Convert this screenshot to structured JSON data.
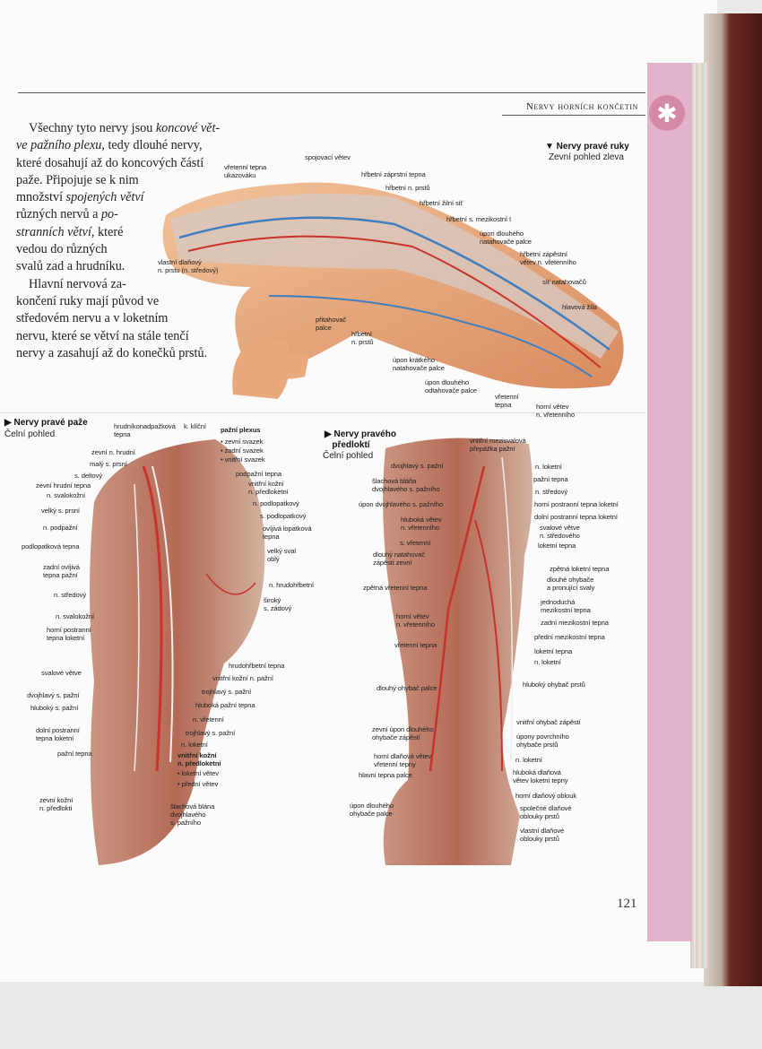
{
  "header": {
    "title": "Nervy horních končetin",
    "icon": "human-figure-icon"
  },
  "body_text": [
    [
      {
        "t": "Všechny tyto nervy jsou "
      },
      {
        "t": "koncové vět-",
        "i": true
      }
    ],
    [
      {
        "t": "ve pažního plexu",
        "i": true
      },
      {
        "t": ", tedy dlouhé nervy,"
      }
    ],
    [
      {
        "t": "které dosahují až do koncových částí"
      }
    ],
    [
      {
        "t": "paže. Připojuje se k nim"
      }
    ],
    [
      {
        "t": "množství "
      },
      {
        "t": "spojených větví",
        "i": true
      }
    ],
    [
      {
        "t": "různých nervů a "
      },
      {
        "t": "po-",
        "i": true
      }
    ],
    [
      {
        "t": "stranních větví",
        "i": true
      },
      {
        "t": ", které"
      }
    ],
    [
      {
        "t": "vedou do různých"
      }
    ],
    [
      {
        "t": "svalů zad a hrudníku."
      }
    ],
    [
      {
        "t": "Hlavní nervová za-"
      }
    ],
    [
      {
        "t": "končení ruky mají původ ve"
      }
    ],
    [
      {
        "t": "středovém nervu a v loketním"
      }
    ],
    [
      {
        "t": "nervu, které se větví na stále tenčí"
      }
    ],
    [
      {
        "t": "nervy a zasahují až do konečků prstů."
      }
    ]
  ],
  "hand": {
    "title": "▼ Nervy pravé ruky",
    "subtitle": "Zevní pohled zleva",
    "labels": [
      "spojovací větev",
      "vřetenní tepna\nukazováku",
      "hřbetní záprstní tepna",
      "hřbetní n. prstů",
      "hřbetní žilní síť",
      "hřbetní s. mezikostní I",
      "úpon dlouhého\nnatahovače palce",
      "hřbetní zápěstní\nvětev n. vřetenního",
      "síť natahovačů",
      "hlavová žíla",
      "vlastní dlaňový\nn. prstu (n. středový)",
      "přitahovač\npalce",
      "hřbetní\nn. prstů",
      "úpon krátkého\nnatahovače palce",
      "úpon dlouhého\nodtahovače palce",
      "vřetenní\ntepna",
      "horní větev\nn. vřetenního"
    ]
  },
  "arm": {
    "title": "▶ Nervy pravé paže",
    "subtitle": "Čelní pohled",
    "labels": [
      "hrudníkonadpažková\ntepna",
      "k. klíční",
      "pažní plexus",
      "• zevní svazek",
      "• zadní svazek",
      "• vnitřní svazek",
      "zevní n. hrudní",
      "malý s. prsní",
      "s. deltový",
      "zevní hrudní tepna",
      "n. svalokožní",
      "velký s. prsní",
      "n. podpažní",
      "podlopatková tepna",
      "zadní ovíjivá\ntepna pažní",
      "n. středový",
      "n. svalokožní",
      "horní postranní\ntepna loketní",
      "svalové větve",
      "dvojhlavý s. pažní",
      "hluboký s. pažní",
      "dolní postranní\ntepna loketní",
      "pažní tepna",
      "zevní kožní\nn. předloktí",
      "podpažní tepna",
      "vnitřní kožní\nn. předloketní",
      "n. podlopatkový",
      "s. podlopatkový",
      "ovíjivá lopatková\ntepna",
      "velký sval\noblý",
      "n. hrudohřbetní",
      "široký\ns. zádový",
      "hrudohřbetní tepna",
      "vnitřní kožní n. pažní",
      "trojhlavý s. pažní",
      "hluboká pažní tepna",
      "n. vřetenní",
      "trojhlavý s. pažní",
      "n. loketní",
      "vnitřní kožní\nn. předloketní",
      "• loketní větev",
      "• přední větev",
      "šlachová blána\ndvojhlavého\ns. pažního"
    ]
  },
  "forearm": {
    "title": "▶ Nervy pravého\n   předloktí",
    "subtitle": "Čelní pohled",
    "labels": [
      "vnitřní mezisvalová\npřepážka pažní",
      "dvojhlavý s. pažní",
      "šlachová bláňa\ndvojhlavého s. pažního",
      "úpon dvojhlavého s. pažního",
      "hluboká větev\nn. vřetenního",
      "s. vřetenní",
      "dlouhý natahovač\nzápěstí zevní",
      "zpětná vřetenní tepna",
      "horní větev\nn. vřetenního",
      "vřetenní tepna",
      "dlouhý ohybač palce",
      "zevní úpon dlouhého\nohybače zápěstí",
      "horní dlaňová větev\nvřetenní tepny",
      "hlavní tepna palce",
      "úpon dlouhého\nohybače palce",
      "n. loketní",
      "pažní tepna",
      "n. středový",
      "horní postranní tepna loketní",
      "dolní postranní tepna loketní",
      "svalové větve\nn. středového",
      "loketní tepna",
      "zpětná loketní tepna",
      "dlouhé ohybače\na pronující svaly",
      "jednoduchá\nmezikostní tepna",
      "zadní mezikostní tepna",
      "přední mezikostní tepna",
      "loketní tepna",
      "n. loketní",
      "hluboký ohybač prstů",
      "vnitřní ohybač zápěstí",
      "úpony povrchního\nohybače prstů",
      "n. loketní",
      "hluboká dlaňová\nvětev loketní tepny",
      "horní dlaňový oblouk",
      "společné dlaňové\noblouky prstů",
      "vlastní dlaňové\noblouky prstů"
    ]
  },
  "page_number": "121",
  "colors": {
    "accent_pink": "#e3b3cb",
    "artery": "#c8322a",
    "vein": "#3f7fc0",
    "skin": "#e8a77a",
    "muscle": "#b8705a"
  }
}
